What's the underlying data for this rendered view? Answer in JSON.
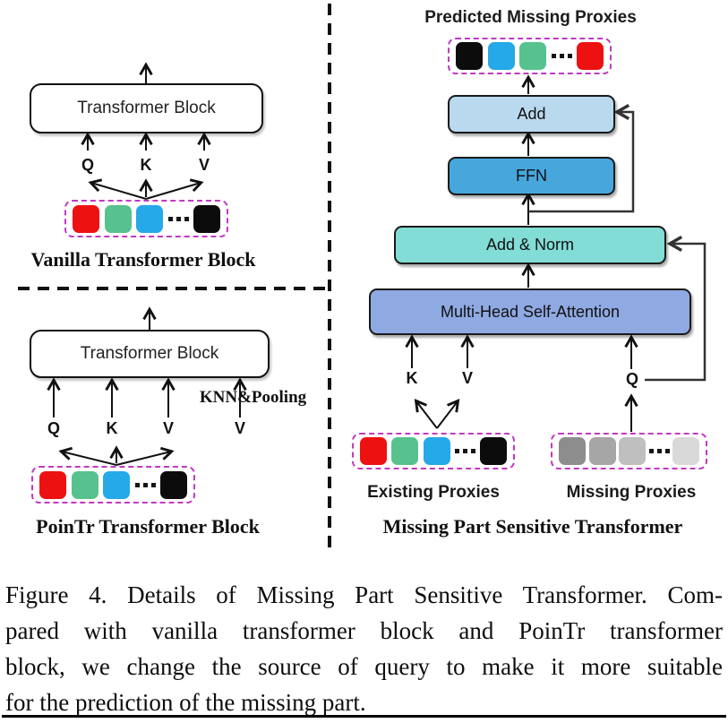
{
  "figure": {
    "panels": {
      "vanilla": {
        "block_label": "Transformer Block",
        "inputs": [
          "Q",
          "K",
          "V"
        ],
        "proxies": [
          "#ee1111",
          "#57c28e",
          "#25a9e9",
          "dots",
          "#0c0c0c"
        ],
        "caption": "Vanilla Transformer Block"
      },
      "pointr": {
        "block_label": "Transformer Block",
        "inputs": [
          "Q",
          "K",
          "V",
          "V"
        ],
        "pooling_label": "KNN&Pooling",
        "proxies": [
          "#ee1111",
          "#57c28e",
          "#25a9e9",
          "dots",
          "#0c0c0c"
        ],
        "caption": "PoinTr Transformer Block"
      },
      "mpst": {
        "predicted_title": "Predicted Missing Proxies",
        "predicted_proxies": [
          "#0c0c0c",
          "#25a9e9",
          "#57c28e",
          "dots",
          "#ee1111"
        ],
        "add_label": "Add",
        "ffn_label": "FFN",
        "add_norm_label": "Add & Norm",
        "mhsa_label": "Multi-Head Self-Attention",
        "inputs": [
          "K",
          "V",
          "Q"
        ],
        "existing_proxies": [
          "#ee1111",
          "#57c28e",
          "#25a9e9",
          "dots",
          "#0c0c0c"
        ],
        "missing_proxies": [
          "#8d8d8d",
          "#a6a6a6",
          "#bfbfbf",
          "dots",
          "#d9d9d9"
        ],
        "existing_label": "Existing Proxies",
        "missing_label": "Missing Proxies",
        "caption": "Missing Part Sensitive Transformer"
      }
    },
    "caption_lines": [
      "Figure 4.  Details of Missing Part Sensitive Transformer.  Com-",
      "pared with vanilla transformer block and PoinTr transformer",
      "block, we change the source of query to make it more suitable",
      "for the prediction of the missing part."
    ],
    "colors": {
      "dashed_container": "#c238c2",
      "add_box": "#b9d9ee",
      "ffn_box": "#47a7dd",
      "add_norm_box": "#82ddd6",
      "mhsa_box": "#8fa9e2",
      "arrow": "#111111"
    }
  }
}
